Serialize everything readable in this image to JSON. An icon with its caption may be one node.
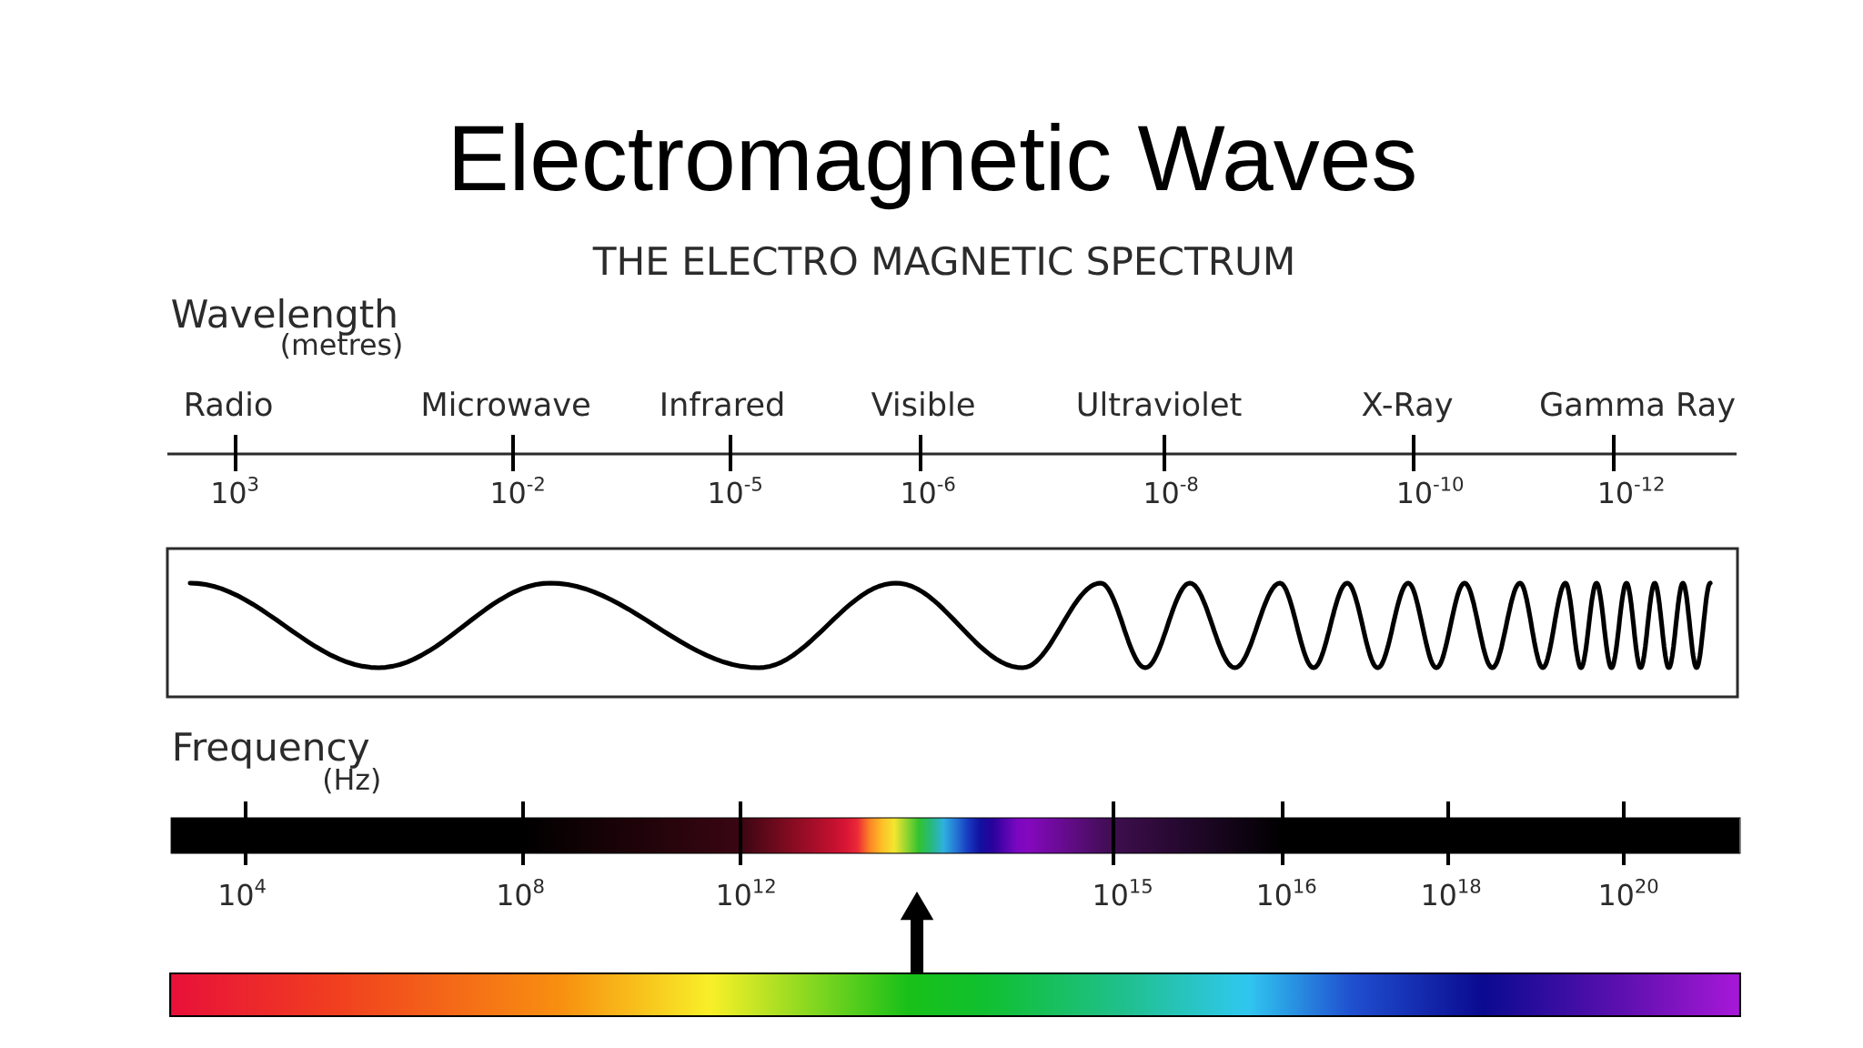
{
  "diagram": {
    "title": "Electromagnetic Waves",
    "nodes": [
      {
        "text": [],
        "shape": "bar"
      },
      {
        "text": [],
        "shape": "bar"
      }
    ],
    "edges": [
      {
        "from": 1,
        "to": 0,
        "arrow": "to"
      }
    ],
    "labels": [
      "THE ELECTRO MAGNETIC SPECTRUM",
      "Wavelength",
      "(metres)",
      "Radio",
      "Microwave",
      "Infrared",
      "Visible",
      "Ultraviolet",
      "X-Ray",
      "Gamma Ray",
      "10$^{3}$",
      "10$^{-2}$",
      "10$^{-5}$",
      "10$^{-6}$",
      "10$^{-8}$",
      "10$^{-10}$",
      "10$^{-12}$",
      "Frequency",
      "(Hz)",
      "10$^{4}$",
      "10$^{8}$",
      "10$^{12}$",
      "10$^{15}$",
      "10$^{16}$",
      "10$^{18}$",
      "10$^{20}$"
    ]
  }
}
